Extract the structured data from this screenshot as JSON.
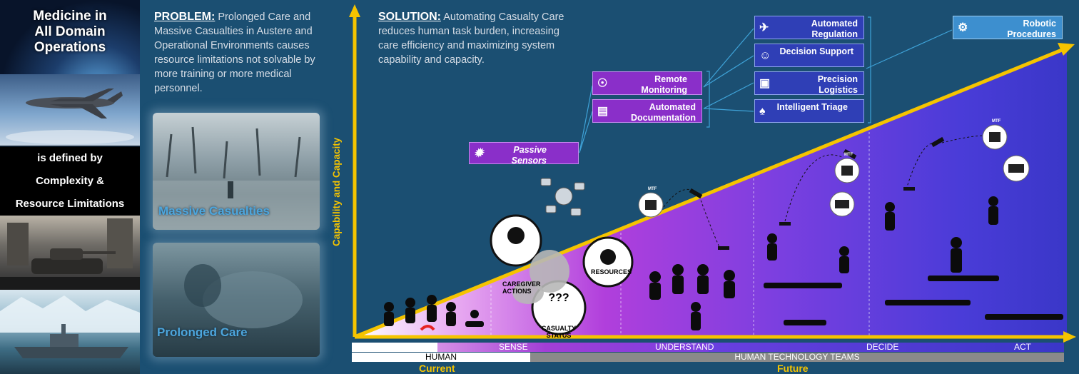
{
  "left_panel": {
    "title_lines": [
      "Medicine in",
      "All Domain",
      "Operations"
    ],
    "definition_lines": [
      "is defined by",
      "Complexity &",
      "Resource Limitations"
    ]
  },
  "problem": {
    "heading": "PROBLEM:",
    "text": "Prolonged Care and Massive Casualties in Austere and Operational Environments causes resource limitations not solvable by more training or more medical personnel.",
    "photo_labels": [
      "Massive Casualties",
      "Prolonged Care"
    ]
  },
  "solution": {
    "heading": "SOLUTION:",
    "text": "Automating Casualty Care reduces human task burden, increasing care efficiency and maximizing system capability and capacity."
  },
  "y_axis_label": "Capability and Capacity",
  "capabilities": {
    "passive_sensors": "Passive Sensors",
    "remote_monitoring": "Remote Monitoring",
    "automated_documentation": "Automated Documentation",
    "automated_regulation": "Automated Regulation",
    "decision_support": "Decision Support",
    "precision_logistics": "Precision Logistics",
    "intelligent_triage": "Intelligent Triage",
    "robotic_procedures": "Robotic Procedures"
  },
  "phases": [
    "SENSE",
    "UNDERSTAND",
    "DECIDE",
    "ACT"
  ],
  "teams": {
    "human": "HUMAN",
    "htt": "HUMAN TECHNOLOGY TEAMS"
  },
  "timeline": {
    "current": "Current",
    "future": "Future"
  },
  "badges": {
    "caregiver": "CAREGIVER ACTIONS",
    "resources": "RESOURCES",
    "status": "CASUALTY STATUS",
    "question": "???"
  },
  "mtf_label": "MTF",
  "colors": {
    "axis": "#f5c400",
    "background": "#1b4f72",
    "purple": "#8a2fc9",
    "blue": "#2f3fb6",
    "light_blue": "#3d8fcf"
  }
}
